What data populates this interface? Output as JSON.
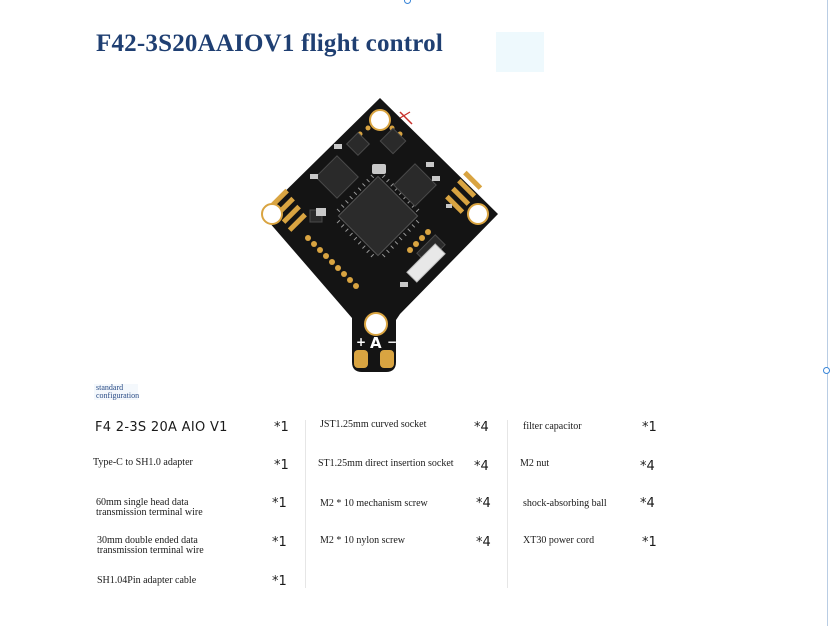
{
  "page": {
    "title": "F42-3S20AAIOV1 flight control",
    "section_label": "standard configuration",
    "board_markings": {
      "plus": "+",
      "letter": "A",
      "minus": "−"
    }
  },
  "colors": {
    "title": "#1f3f72",
    "pcb": "#141414",
    "pad_gold": "#d9a441",
    "label_blue": "#2a4c86"
  },
  "items": [
    {
      "name": "F4 2-3S 20A AIO V1",
      "qty": "*1"
    },
    {
      "name": "Type-C to SH1.0 adapter",
      "qty": "*1"
    },
    {
      "name": "60mm single head data transmission terminal wire",
      "qty": "*1"
    },
    {
      "name": "30mm double ended data transmission terminal wire",
      "qty": "*1"
    },
    {
      "name": "SH1.04Pin adapter cable",
      "qty": "*1"
    },
    {
      "name": "JST1.25mm curved socket",
      "qty": "*4"
    },
    {
      "name": "ST1.25mm direct insertion socket",
      "qty": "*4"
    },
    {
      "name": "M2 * 10 mechanism screw",
      "qty": "*4"
    },
    {
      "name": "M2 * 10 nylon screw",
      "qty": "*4"
    },
    {
      "name": "filter capacitor",
      "qty": "*1"
    },
    {
      "name": "M2 nut",
      "qty": "*4"
    },
    {
      "name": "shock-absorbing ball",
      "qty": "*4"
    },
    {
      "name": "XT30 power cord",
      "qty": "*1"
    }
  ]
}
